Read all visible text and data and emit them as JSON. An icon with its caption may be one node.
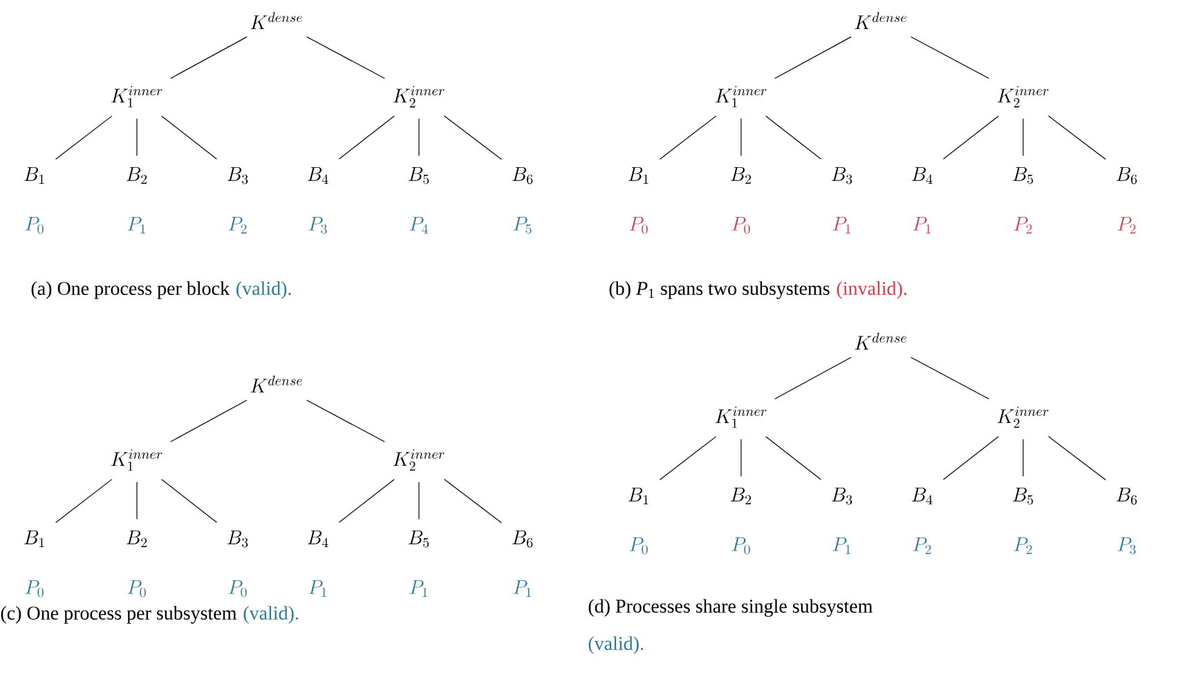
{
  "diagram": {
    "nodes": [
      {
        "text": [
          "K^{dense}"
        ]
      },
      {
        "text": [
          "K_1^{inner}"
        ]
      },
      {
        "text": [
          "K_2^{inner}"
        ]
      },
      {
        "text": [
          "B_1"
        ],
        "beside": [
          "P_0"
        ]
      },
      {
        "text": [
          "B_2"
        ],
        "beside": [
          "P_1"
        ]
      },
      {
        "text": [
          "B_3"
        ],
        "beside": [
          "P_2"
        ]
      },
      {
        "text": [
          "B_4"
        ],
        "beside": [
          "P_3"
        ]
      },
      {
        "text": [
          "B_5"
        ],
        "beside": [
          "P_4"
        ]
      },
      {
        "text": [
          "B_6"
        ],
        "beside": [
          "P_5"
        ]
      },
      {
        "text": [
          "K^{dense}"
        ]
      },
      {
        "text": [
          "K_1^{inner}"
        ]
      },
      {
        "text": [
          "K_2^{inner}"
        ]
      },
      {
        "text": [
          "B_1"
        ],
        "beside": [
          "P_0"
        ]
      },
      {
        "text": [
          "B_2"
        ],
        "beside": [
          "P_0"
        ]
      },
      {
        "text": [
          "B_3"
        ],
        "beside": [
          "P_1"
        ]
      },
      {
        "text": [
          "B_4"
        ],
        "beside": [
          "P_1"
        ]
      },
      {
        "text": [
          "B_5"
        ],
        "beside": [
          "P_2"
        ]
      },
      {
        "text": [
          "B_6"
        ],
        "beside": [
          "P_2"
        ]
      },
      {
        "text": [
          "K^{dense}"
        ]
      },
      {
        "text": [
          "K_1^{inner}"
        ]
      },
      {
        "text": [
          "K_2^{inner}"
        ]
      },
      {
        "text": [
          "B_1"
        ],
        "beside": [
          "P_0"
        ]
      },
      {
        "text": [
          "B_2"
        ],
        "beside": [
          "P_0"
        ]
      },
      {
        "text": [
          "B_3"
        ],
        "beside": [
          "P_0"
        ]
      },
      {
        "text": [
          "B_4"
        ],
        "beside": [
          "P_1"
        ]
      },
      {
        "text": [
          "B_5"
        ],
        "beside": [
          "P_1"
        ]
      },
      {
        "text": [
          "B_6"
        ],
        "beside": [
          "P_1"
        ]
      },
      {
        "text": [
          "K^{dense}"
        ]
      },
      {
        "text": [
          "K_1^{inner}"
        ]
      },
      {
        "text": [
          "K_2^{inner}"
        ]
      },
      {
        "text": [
          "B_1"
        ],
        "beside": [
          "P_0"
        ]
      },
      {
        "text": [
          "B_2"
        ],
        "beside": [
          "P_0"
        ]
      },
      {
        "text": [
          "B_3"
        ],
        "beside": [
          "P_1"
        ]
      },
      {
        "text": [
          "B_4"
        ],
        "beside": [
          "P_2"
        ]
      },
      {
        "text": [
          "B_5"
        ],
        "beside": [
          "P_2"
        ]
      },
      {
        "text": [
          "B_6"
        ],
        "beside": [
          "P_3"
        ]
      }
    ],
    "edges": [
      {
        "from": 0,
        "to": 1,
        "arrow": "none"
      },
      {
        "from": 0,
        "to": 2,
        "arrow": "none"
      },
      {
        "from": 1,
        "to": 3,
        "arrow": "none"
      },
      {
        "from": 1,
        "to": 4,
        "arrow": "none"
      },
      {
        "from": 1,
        "to": 5,
        "arrow": "none"
      },
      {
        "from": 2,
        "to": 6,
        "arrow": "none"
      },
      {
        "from": 2,
        "to": 7,
        "arrow": "none"
      },
      {
        "from": 2,
        "to": 8,
        "arrow": "none"
      },
      {
        "from": 9,
        "to": 10,
        "arrow": "none"
      },
      {
        "from": 9,
        "to": 11,
        "arrow": "none"
      },
      {
        "from": 10,
        "to": 12,
        "arrow": "none"
      },
      {
        "from": 10,
        "to": 13,
        "arrow": "none"
      },
      {
        "from": 10,
        "to": 14,
        "arrow": "none"
      },
      {
        "from": 11,
        "to": 15,
        "arrow": "none"
      },
      {
        "from": 11,
        "to": 16,
        "arrow": "none"
      },
      {
        "from": 11,
        "to": 17,
        "arrow": "none"
      },
      {
        "from": 18,
        "to": 19,
        "arrow": "none"
      },
      {
        "from": 18,
        "to": 20,
        "arrow": "none"
      },
      {
        "from": 19,
        "to": 21,
        "arrow": "none"
      },
      {
        "from": 19,
        "to": 22,
        "arrow": "none"
      },
      {
        "from": 19,
        "to": 23,
        "arrow": "none"
      },
      {
        "from": 20,
        "to": 24,
        "arrow": "none"
      },
      {
        "from": 20,
        "to": 25,
        "arrow": "none"
      },
      {
        "from": 20,
        "to": 26,
        "arrow": "none"
      },
      {
        "from": 27,
        "to": 28,
        "arrow": "none"
      },
      {
        "from": 27,
        "to": 29,
        "arrow": "none"
      },
      {
        "from": 28,
        "to": 30,
        "arrow": "none"
      },
      {
        "from": 28,
        "to": 31,
        "arrow": "none"
      },
      {
        "from": 28,
        "to": 32,
        "arrow": "none"
      },
      {
        "from": 29,
        "to": 33,
        "arrow": "none"
      },
      {
        "from": 29,
        "to": 34,
        "arrow": "none"
      },
      {
        "from": 29,
        "to": 35,
        "arrow": "none"
      }
    ],
    "labels": [
      "(a) One process per block",
      "(valid).",
      "(b) *P*$_{1}$ spans two subsystems",
      "(invalid).",
      "(c) One process per subsystem",
      "(valid).",
      "(d) Processes share single subsystem",
      "(valid)."
    ]
  }
}
